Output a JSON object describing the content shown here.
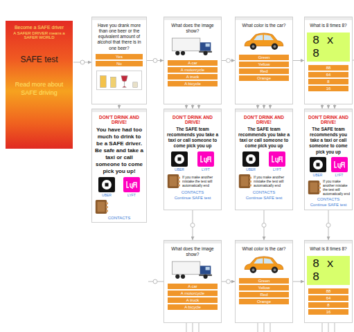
{
  "diagram": {
    "nodes": [
      {
        "text": [
          "Become a SAFE driver",
          "A SAFER DRIVER means a SAFER WORLD",
          "SAFE test",
          "Read more about SAFE driving"
        ]
      },
      {
        "text": [
          "Have you drank more than one beer or the equivalent amount of alcohol that there is in one beer?"
        ]
      },
      {
        "text": [
          "Yes"
        ],
        "in": 1
      },
      {
        "text": [
          "No"
        ],
        "in": 1
      },
      {
        "text": [
          "What does the image show?"
        ]
      },
      {
        "text": [
          "A car"
        ],
        "in": 4
      },
      {
        "text": [
          "A motorcycle"
        ],
        "in": 4
      },
      {
        "text": [
          "A truck"
        ],
        "in": 4
      },
      {
        "text": [
          "A bicycle"
        ],
        "in": 4
      },
      {
        "text": [
          "What color is the car?"
        ]
      },
      {
        "text": [
          "Green"
        ],
        "in": 9
      },
      {
        "text": [
          "Yellow"
        ],
        "in": 9
      },
      {
        "text": [
          "Red"
        ],
        "in": 9
      },
      {
        "text": [
          "Orange"
        ],
        "in": 9
      },
      {
        "text": [
          "What is 8 times 8?",
          "8 x 8"
        ]
      },
      {
        "text": [
          "88"
        ],
        "in": 14
      },
      {
        "text": [
          "64"
        ],
        "in": 14
      },
      {
        "text": [
          "8"
        ],
        "in": 14
      },
      {
        "text": [
          "16"
        ],
        "in": 14
      },
      {
        "text": [
          "DON'T DRINK AND DRIVE!",
          "You have had too much to drink to be a SAFE driver. Be safe and take a taxi or call someone to come pick you up!",
          "UBER",
          "LYFT",
          "CONTACTS"
        ]
      },
      {
        "text": [
          "DON'T DRINK AND DRIVE!",
          "The SAFE team recommends you take a taxi or call someone to come pick you up",
          "UBER",
          "LYFT",
          "CONTACTS",
          "If you make another mistake the test will automatically end",
          "Continue SAFE test"
        ]
      },
      {
        "text": [
          "DON'T DRINK AND DRIVE!",
          "The SAFE team recommends you take a taxi or call someone to come pick you up",
          "UBER",
          "LYFT",
          "CONTACTS",
          "If you make another mistake the test will automatically end",
          "Continue SAFE test"
        ]
      },
      {
        "text": [
          "DON'T DRINK AND DRIVE!",
          "The SAFE team recommends you take a taxi or call someone to come pick you up",
          "UBER",
          "LYFT",
          "CONTACTS",
          "If you make another mistake the test will automatically end",
          "Continue SAFE test"
        ]
      },
      {
        "text": [
          "What does the image show?"
        ]
      },
      {
        "text": [
          "A car"
        ],
        "in": 23
      },
      {
        "text": [
          "A motorcycle"
        ],
        "in": 23
      },
      {
        "text": [
          "A truck"
        ],
        "in": 23
      },
      {
        "text": [
          "A bicycle"
        ],
        "in": 23
      },
      {
        "text": [
          "What color is the car?"
        ]
      },
      {
        "text": [
          "Green"
        ],
        "in": 28
      },
      {
        "text": [
          "Yellow"
        ],
        "in": 28
      },
      {
        "text": [
          "Red"
        ],
        "in": 28
      },
      {
        "text": [
          "Orange"
        ],
        "in": 28
      },
      {
        "text": [
          "What is 8 times 8?",
          "8 x 8"
        ]
      },
      {
        "text": [
          "88"
        ],
        "in": 33
      },
      {
        "text": [
          "64"
        ],
        "in": 33
      },
      {
        "text": [
          "8"
        ],
        "in": 33
      },
      {
        "text": [
          "16"
        ],
        "in": 33
      }
    ],
    "edges": [
      {
        "from": 0,
        "to": 1,
        "arrow": "to"
      },
      {
        "from": 1,
        "to": 4,
        "arrow": "to"
      },
      {
        "from": 4,
        "to": 9,
        "arrow": "to"
      },
      {
        "from": 9,
        "to": 14,
        "arrow": "to"
      },
      {
        "from": 1,
        "to": 19,
        "arrow": "to"
      },
      {
        "from": 4,
        "to": 20,
        "arrow": "to"
      },
      {
        "from": 4,
        "to": 20,
        "arrow": "to"
      },
      {
        "from": 4,
        "to": 20,
        "arrow": "to"
      },
      {
        "from": 9,
        "to": 21,
        "arrow": "to"
      },
      {
        "from": 9,
        "to": 21,
        "arrow": "to"
      },
      {
        "from": 9,
        "to": 21,
        "arrow": "to"
      },
      {
        "from": 14,
        "to": 22,
        "arrow": "to"
      },
      {
        "from": 14,
        "to": 22,
        "arrow": "to"
      },
      {
        "from": 14,
        "to": 22,
        "arrow": "to"
      },
      {
        "from": 20,
        "to": 23,
        "arrow": "to"
      },
      {
        "from": 21,
        "to": 28,
        "arrow": "to"
      },
      {
        "from": 22,
        "to": 33,
        "arrow": "to"
      },
      {
        "from": 23,
        "to": 28,
        "arrow": "to"
      },
      {
        "from": 28,
        "to": 33,
        "arrow": "to"
      }
    ]
  }
}
